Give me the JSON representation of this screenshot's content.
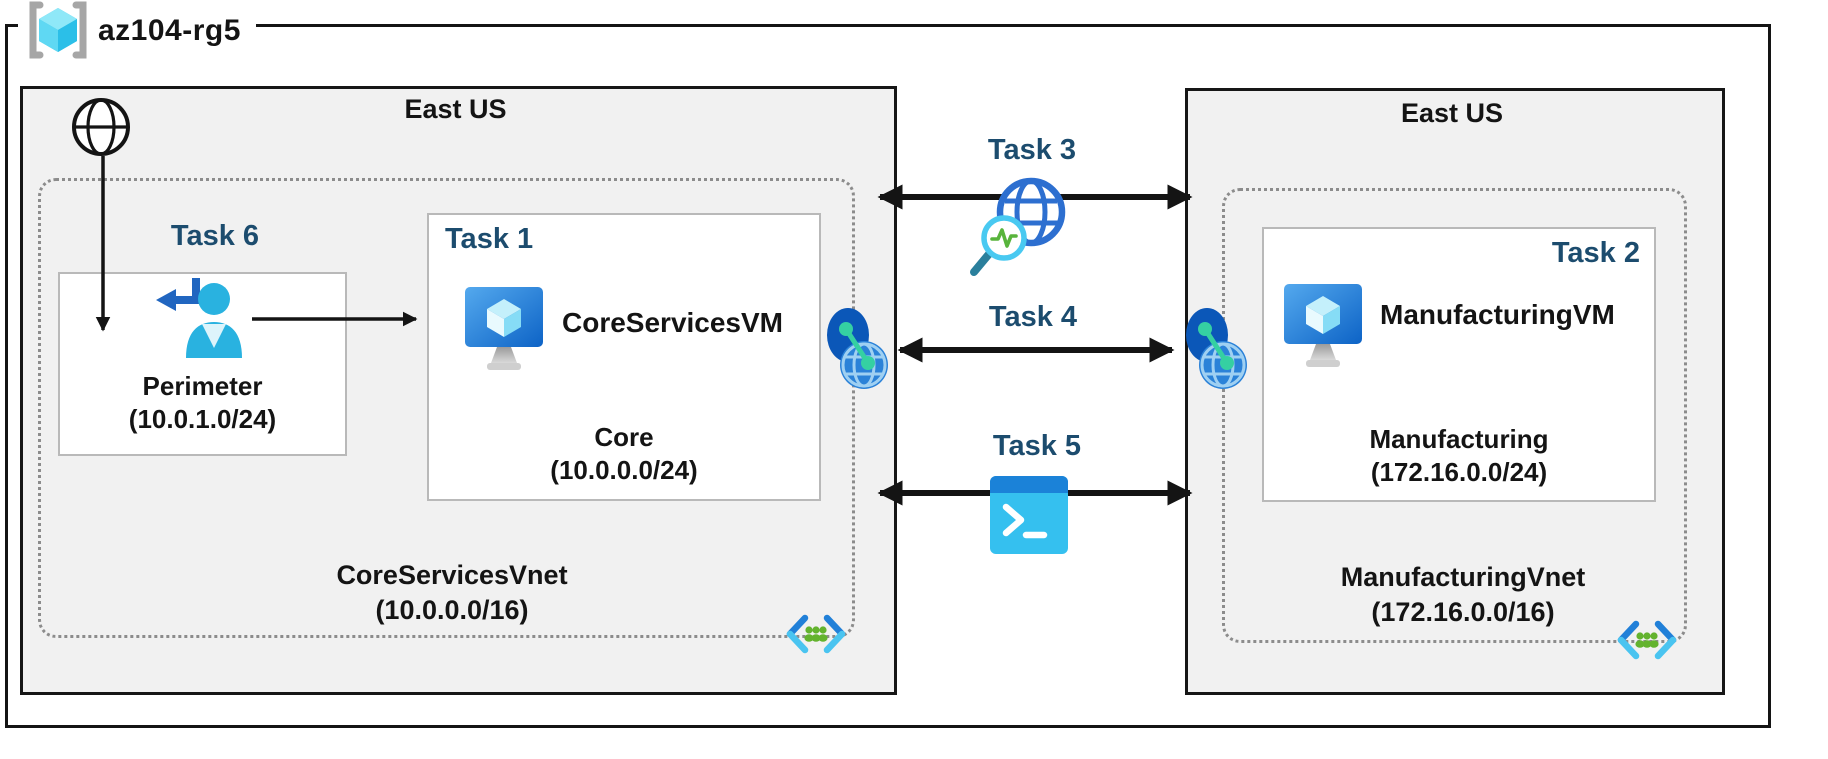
{
  "resource_group": {
    "name": "az104-rg5",
    "icon": "resource-group-icon"
  },
  "left_region": {
    "location": "East US",
    "internet_icon": "internet-globe-icon",
    "vnet": {
      "name": "CoreServicesVnet",
      "cidr": "(10.0.0.0/16)",
      "icon": "virtual-network-icon"
    },
    "perimeter_subnet": {
      "task_label": "Task 6",
      "name": "Perimeter",
      "cidr": "(10.0.1.0/24)",
      "icon": "perimeter-user-icon"
    },
    "core_subnet": {
      "task_label": "Task 1",
      "vm_name": "CoreServicesVM",
      "name": "Core",
      "cidr": "(10.0.0.0/24)",
      "vm_icon": "virtual-machine-icon"
    }
  },
  "right_region": {
    "location": "East US",
    "vnet": {
      "name": "ManufacturingVnet",
      "cidr": "(172.16.0.0/16)",
      "icon": "virtual-network-icon"
    },
    "manufacturing_subnet": {
      "task_label": "Task 2",
      "vm_name": "ManufacturingVM",
      "name": "Manufacturing",
      "cidr": "(172.16.0.0/24)",
      "vm_icon": "virtual-machine-icon"
    }
  },
  "connections": {
    "task3": {
      "label": "Task 3",
      "icon": "network-watcher-icon"
    },
    "task4": {
      "label": "Task 4",
      "icon": "vnet-peering-icon"
    },
    "task5": {
      "label": "Task 5",
      "icon": "powershell-icon"
    }
  },
  "colors": {
    "task_label": "#1c4c6e",
    "region_background": "#f1f1f1",
    "outline_black": "#141414",
    "subnet_border": "#b9b9b9",
    "dotted_border": "#8c8c8c",
    "azure_blue": "#1b82d8",
    "azure_cyan": "#35c0ef",
    "peering_dark_blue": "#0b57b8",
    "green_accent": "#63b32e",
    "teal_green": "#35d0a2"
  }
}
